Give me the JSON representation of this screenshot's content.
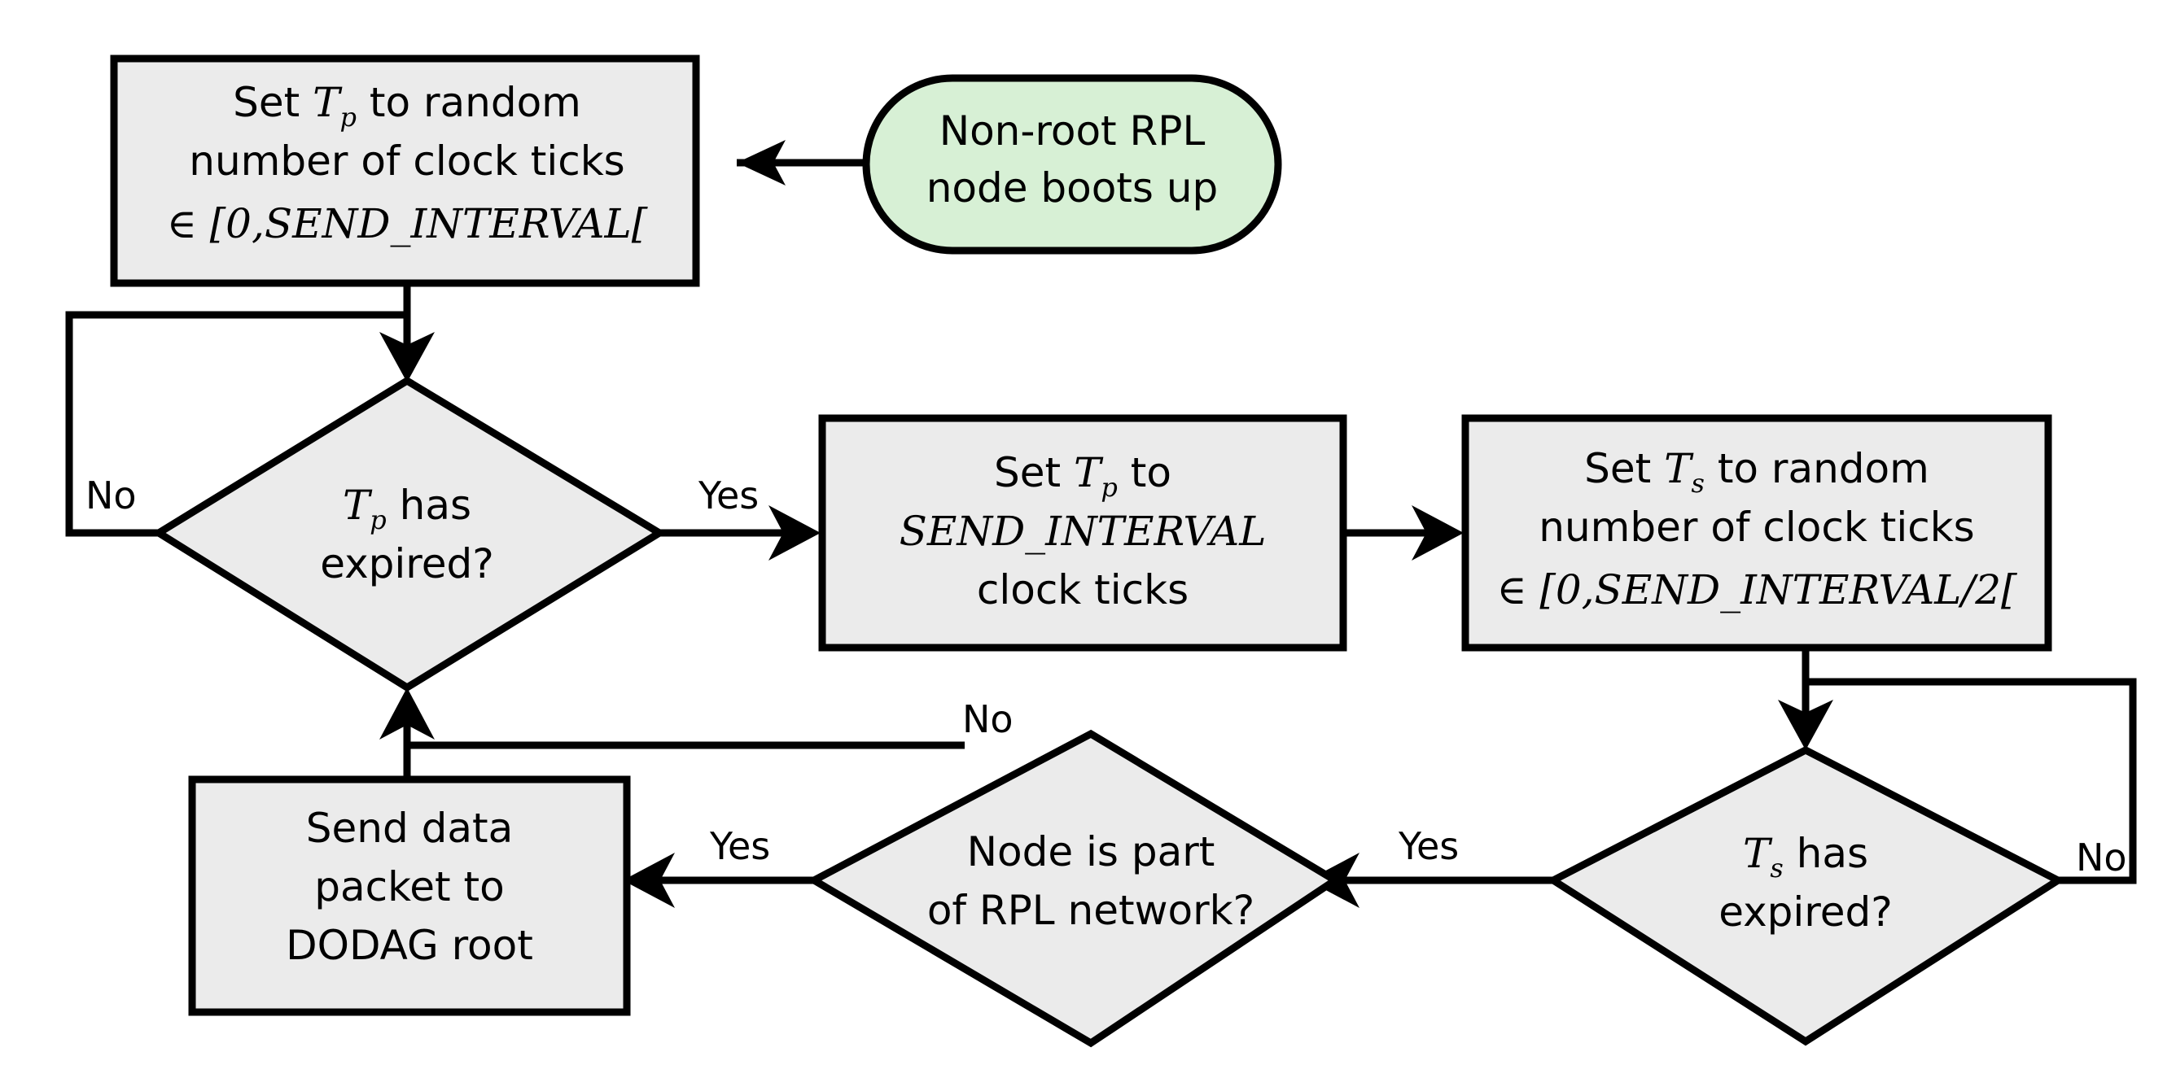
{
  "diagram": {
    "title": "RPL non-root node data sending flowchart",
    "colors": {
      "node_fill": "#ebebeb",
      "start_fill": "#d7f0d5",
      "stroke": "#000000",
      "background": "#ffffff"
    },
    "nodes": [
      {
        "id": "start",
        "type": "terminator",
        "label": "Non-root RPL node boots up",
        "lines": [
          "Non-root RPL",
          "node boots up"
        ]
      },
      {
        "id": "set-tp-random",
        "type": "process",
        "label": "Set Tp to random number of clock ticks in [0,SEND_INTERVAL[",
        "lines": [
          {
            "pre": "Set ",
            "sym": "T",
            "sub": "p",
            "post": " to random"
          },
          {
            "plain": "number of clock ticks"
          },
          {
            "math": "∈ [0,SEND_INTERVAL["
          }
        ]
      },
      {
        "id": "tp-expired",
        "type": "decision",
        "label": "Tp has expired?",
        "lines": [
          {
            "sym": "T",
            "sub": "p",
            "post": " has"
          },
          {
            "plain": "expired?"
          }
        ]
      },
      {
        "id": "set-tp-interval",
        "type": "process",
        "label": "Set Tp to SEND_INTERVAL clock ticks",
        "lines": [
          {
            "pre": "Set ",
            "sym": "T",
            "sub": "p",
            "post": " to"
          },
          {
            "math": "SEND_INTERVAL"
          },
          {
            "plain": "clock ticks"
          }
        ]
      },
      {
        "id": "set-ts-random",
        "type": "process",
        "label": "Set Ts to random number of clock ticks in [0,SEND_INTERVAL/2[",
        "lines": [
          {
            "pre": "Set ",
            "sym": "T",
            "sub": "s",
            "post": " to random"
          },
          {
            "plain": "number of clock ticks"
          },
          {
            "math": "∈ [0,SEND_INTERVAL/2["
          }
        ]
      },
      {
        "id": "ts-expired",
        "type": "decision",
        "label": "Ts has expired?",
        "lines": [
          {
            "sym": "T",
            "sub": "s",
            "post": " has"
          },
          {
            "plain": "expired?"
          }
        ]
      },
      {
        "id": "node-in-rpl",
        "type": "decision",
        "label": "Node is part of RPL network?",
        "lines": [
          {
            "plain": "Node is part"
          },
          {
            "plain": "of RPL network?"
          }
        ]
      },
      {
        "id": "send-packet",
        "type": "process",
        "label": "Send data packet to DODAG root",
        "lines": [
          {
            "plain": "Send data"
          },
          {
            "plain": "packet to"
          },
          {
            "plain": "DODAG root"
          }
        ]
      }
    ],
    "edges": [
      {
        "from": "start",
        "to": "set-tp-random",
        "label": ""
      },
      {
        "from": "set-tp-random",
        "to": "tp-expired",
        "label": ""
      },
      {
        "from": "tp-expired",
        "to": "tp-expired",
        "label": "No"
      },
      {
        "from": "tp-expired",
        "to": "set-tp-interval",
        "label": "Yes"
      },
      {
        "from": "set-tp-interval",
        "to": "set-ts-random",
        "label": ""
      },
      {
        "from": "set-ts-random",
        "to": "ts-expired",
        "label": ""
      },
      {
        "from": "ts-expired",
        "to": "ts-expired",
        "label": "No"
      },
      {
        "from": "ts-expired",
        "to": "node-in-rpl",
        "label": "Yes"
      },
      {
        "from": "node-in-rpl",
        "to": "send-packet",
        "label": "Yes"
      },
      {
        "from": "node-in-rpl",
        "to": "tp-expired",
        "label": "No"
      },
      {
        "from": "send-packet",
        "to": "tp-expired",
        "label": ""
      }
    ],
    "edge_labels": {
      "tp_no": "No",
      "tp_yes": "Yes",
      "ts_no": "No",
      "ts_yes": "Yes",
      "rpl_yes": "Yes",
      "rpl_no": "No"
    },
    "text_fragments": {
      "set": "Set ",
      "to_random": " to random",
      "to": " to",
      "has": " has",
      "number_of_clock_ticks": "number of clock ticks",
      "clock_ticks": "clock ticks",
      "expired": "expired?",
      "interval": "SEND_INTERVAL",
      "range_p": "∈ [0,SEND_INTERVAL[",
      "range_s": "∈ [0,SEND_INTERVAL/2[",
      "T": "T",
      "sub_p": "p",
      "sub_s": "s",
      "start_l1": "Non-root RPL",
      "start_l2": "node boots up",
      "rpl_l1": "Node is part",
      "rpl_l2": "of RPL network?",
      "send_l1": "Send data",
      "send_l2": "packet to",
      "send_l3": "DODAG root"
    }
  }
}
